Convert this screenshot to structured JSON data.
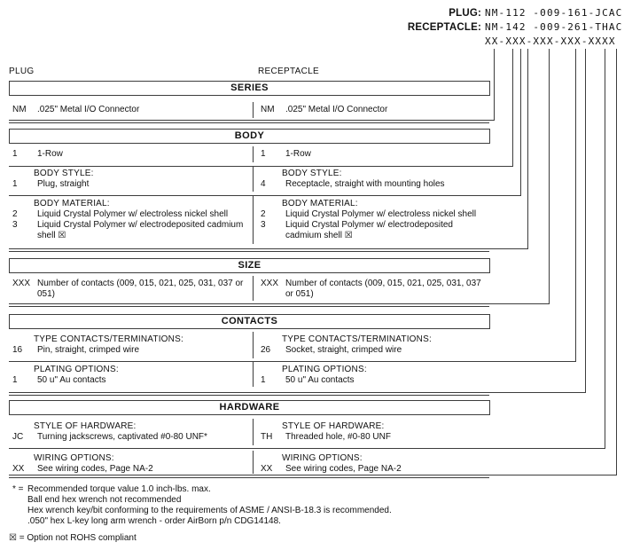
{
  "header": {
    "plug_label": "PLUG:",
    "plug_value": "NM-112 -009-161-JCAC",
    "receptacle_label": "RECEPTACLE:",
    "receptacle_value": "NM-142 -009-261-THAC",
    "pattern_value": "XX-XXX-XXX-XXX-XXXX"
  },
  "column_headers": {
    "left": "PLUG",
    "right": "RECEPTACLE"
  },
  "sections": [
    {
      "title": "SERIES",
      "groups": [
        {
          "left": {
            "items": [
              {
                "code": "NM",
                "desc": ".025\" Metal I/O Connector"
              }
            ]
          },
          "right": {
            "items": [
              {
                "code": "NM",
                "desc": ".025\" Metal I/O Connector"
              }
            ]
          }
        }
      ]
    },
    {
      "title": "BODY",
      "groups": [
        {
          "left": {
            "items": [
              {
                "code": "1",
                "desc": "1-Row"
              }
            ]
          },
          "right": {
            "items": [
              {
                "code": "1",
                "desc": "1-Row"
              }
            ]
          }
        },
        {
          "header": "BODY STYLE:",
          "left": {
            "items": [
              {
                "code": "1",
                "desc": "Plug, straight"
              }
            ]
          },
          "right": {
            "items": [
              {
                "code": "4",
                "desc": "Receptacle, straight with mounting holes"
              }
            ]
          }
        },
        {
          "header": "BODY MATERIAL:",
          "left": {
            "items": [
              {
                "code": "2",
                "desc": "Liquid Crystal Polymer w/ electroless nickel shell"
              },
              {
                "code": "3",
                "desc": "Liquid Crystal Polymer w/ electrodeposited cadmium shell ☒"
              }
            ]
          },
          "right": {
            "items": [
              {
                "code": "2",
                "desc": "Liquid Crystal Polymer w/ electroless nickel shell"
              },
              {
                "code": "3",
                "desc": "Liquid Crystal Polymer w/ electrodeposited cadmium shell ☒"
              }
            ]
          }
        }
      ]
    },
    {
      "title": "SIZE",
      "groups": [
        {
          "left": {
            "items": [
              {
                "code": "XXX",
                "desc": "Number of contacts (009, 015, 021, 025, 031, 037 or 051)"
              }
            ]
          },
          "right": {
            "items": [
              {
                "code": "XXX",
                "desc": "Number of contacts (009, 015, 021, 025, 031, 037 or 051)"
              }
            ]
          }
        }
      ]
    },
    {
      "title": "CONTACTS",
      "groups": [
        {
          "header": "TYPE CONTACTS/TERMINATIONS:",
          "left": {
            "items": [
              {
                "code": "16",
                "desc": "Pin, straight, crimped wire"
              }
            ]
          },
          "right": {
            "items": [
              {
                "code": "26",
                "desc": "Socket, straight, crimped wire"
              }
            ]
          }
        },
        {
          "header": "PLATING OPTIONS:",
          "left": {
            "items": [
              {
                "code": "1",
                "desc": "50 u\" Au contacts"
              }
            ]
          },
          "right": {
            "items": [
              {
                "code": "1",
                "desc": "50 u\" Au contacts"
              }
            ]
          }
        }
      ]
    },
    {
      "title": "HARDWARE",
      "groups": [
        {
          "header": "STYLE OF HARDWARE:",
          "left": {
            "items": [
              {
                "code": "JC",
                "desc": "Turning jackscrews, captivated #0-80 UNF*"
              }
            ]
          },
          "right": {
            "items": [
              {
                "code": "TH",
                "desc": "Threaded hole, #0-80 UNF"
              }
            ]
          }
        },
        {
          "header": "WIRING OPTIONS:",
          "left": {
            "items": [
              {
                "code": "XX",
                "desc": "See wiring codes, Page NA-2"
              }
            ]
          },
          "right": {
            "items": [
              {
                "code": "XX",
                "desc": "See wiring codes, Page NA-2"
              }
            ]
          }
        }
      ]
    }
  ],
  "footnotes": {
    "star_prefix": "* =",
    "star_lines": [
      "Recommended torque value 1.0 inch-lbs. max.",
      "Ball end hex wrench not recommended",
      "Hex wrench key/bit conforming to the requirements of ASME / ANSI-B-18.3 is recommended.",
      ".050\" hex L-key long arm wrench - order AirBorn p/n CDG14148."
    ],
    "rohs_prefix": "☒ =",
    "rohs_text": "Option not ROHS compliant"
  },
  "colors": {
    "line": "#3d3d3d",
    "text": "#111111",
    "background": "#ffffff"
  }
}
